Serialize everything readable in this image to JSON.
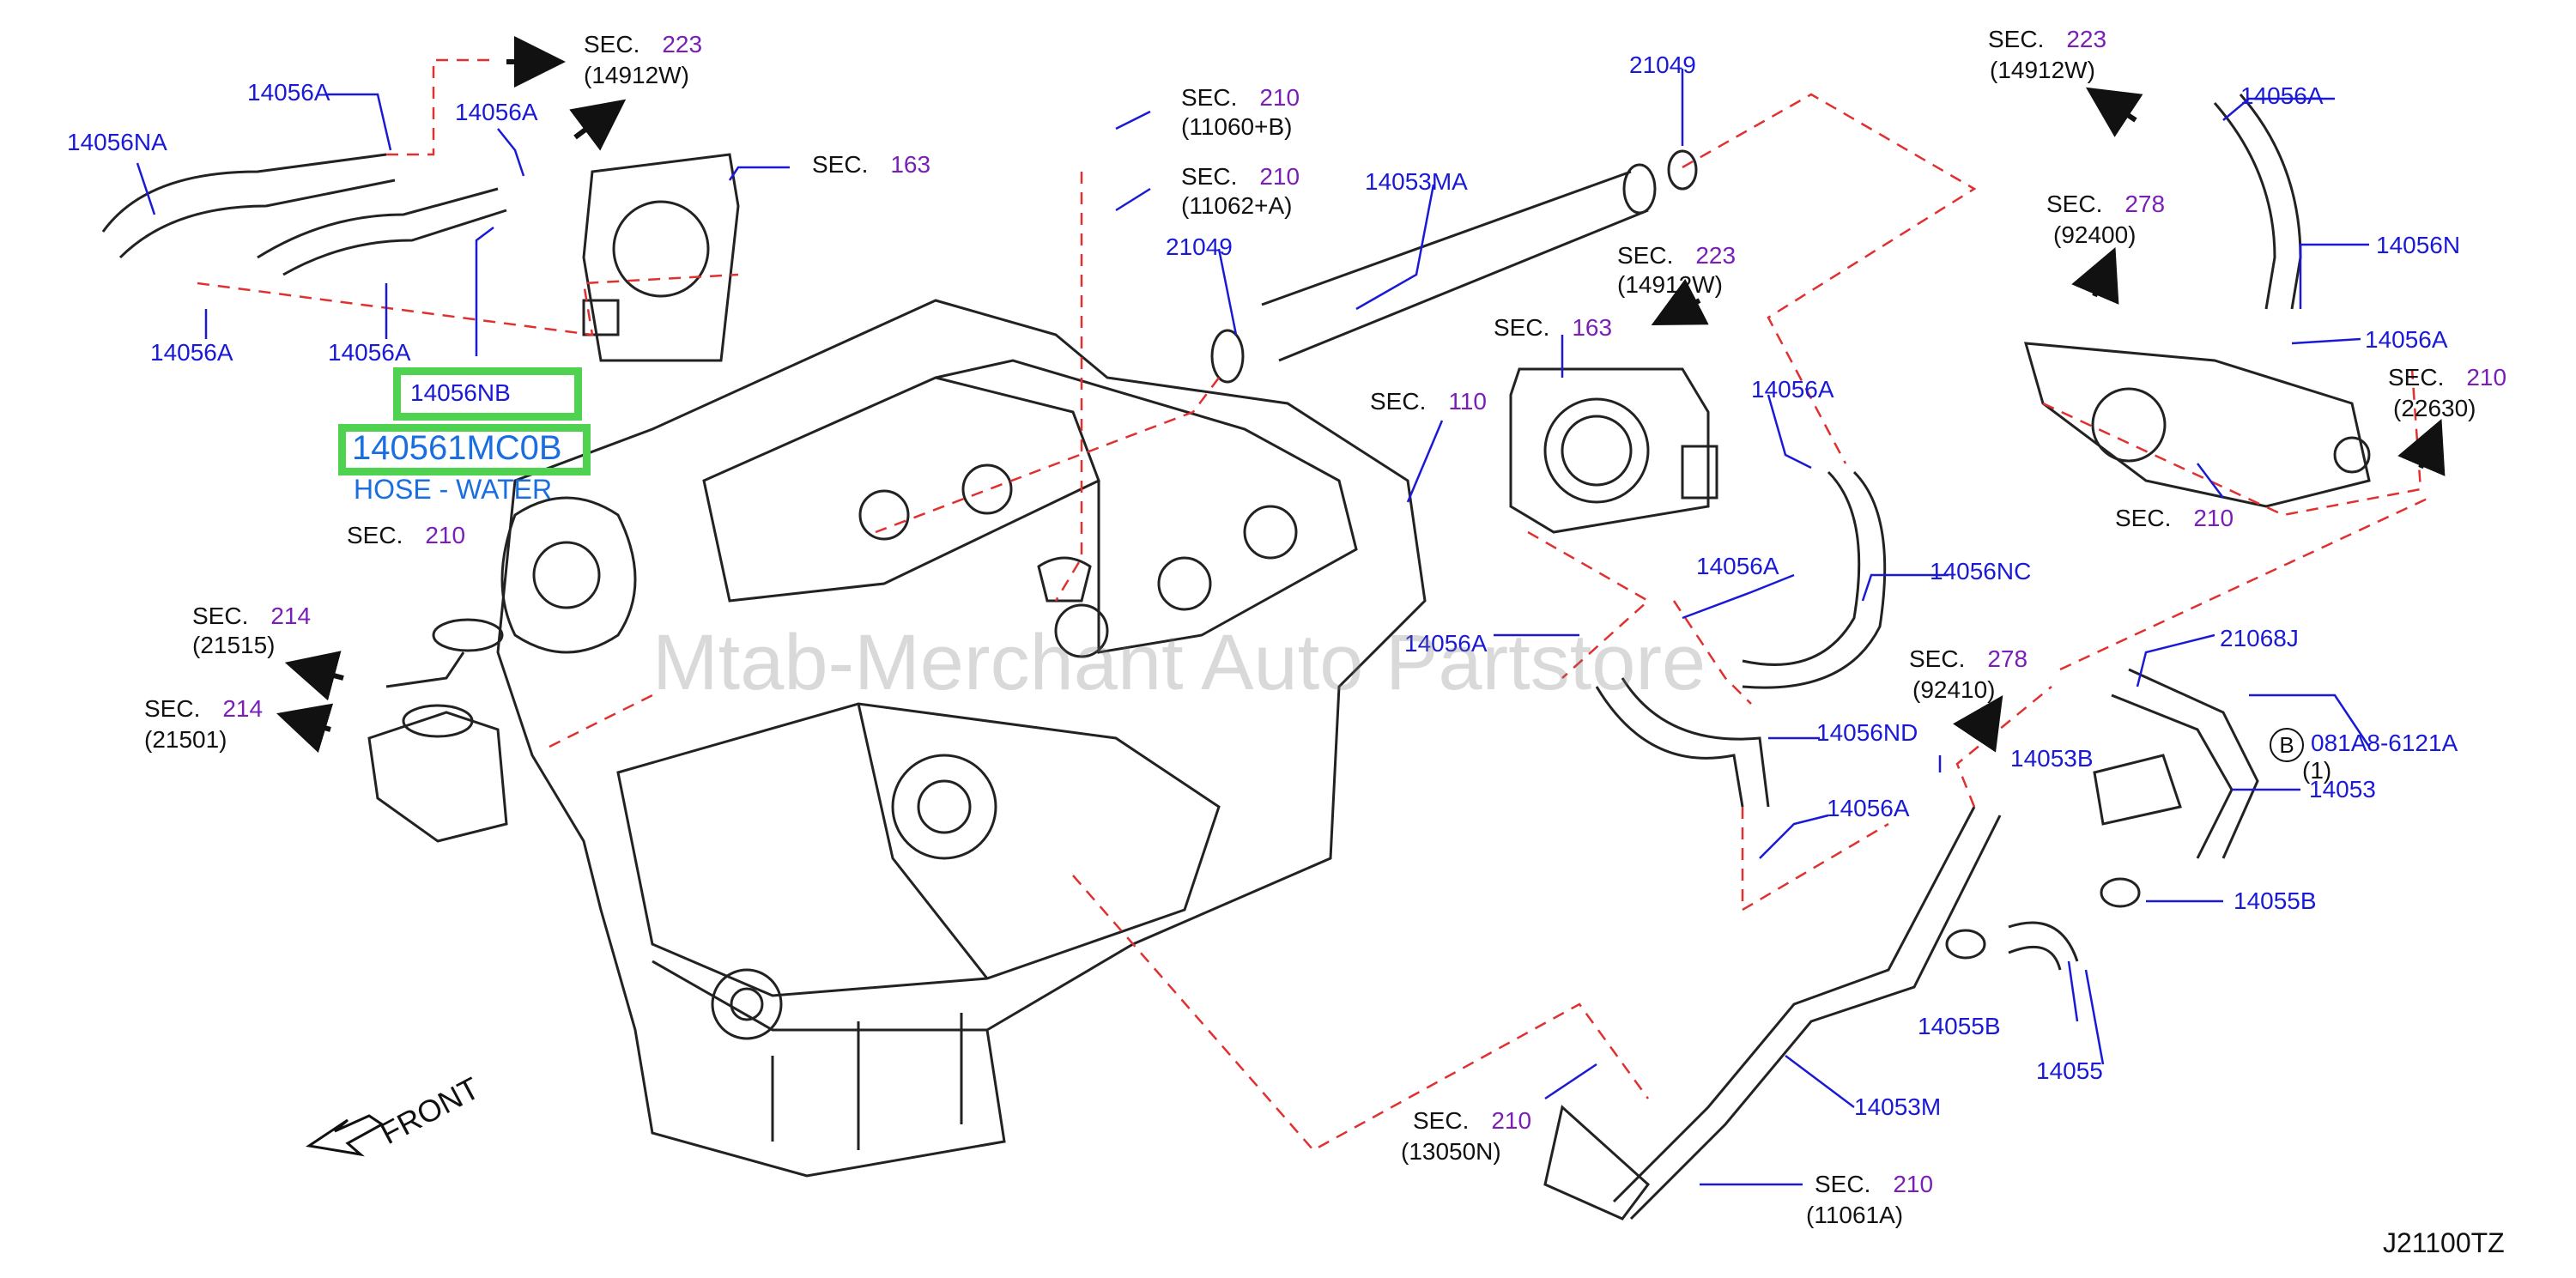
{
  "diagram_id": "J21100TZ",
  "watermark": "Mtab-Merchant Auto Partstore",
  "front_label": "FRONT",
  "highlight": {
    "part_number": "140561MC0B",
    "part_name": "HOSE - WATER",
    "box_label": "14056NB"
  },
  "part_labels": {
    "p_14056NA": "14056NA",
    "p_14056A_top1": "14056A",
    "p_14056A_top2": "14056A",
    "p_14056A_bot1": "14056A",
    "p_14056A_bot2": "14056A",
    "p_14053MA": "14053MA",
    "p_21049_top": "21049",
    "p_21049_mid": "21049",
    "p_14056A_r1": "14056A",
    "p_14056N": "14056N",
    "p_14056A_r2": "14056A",
    "p_14056A_c1": "14056A",
    "p_14056A_c2": "14056A",
    "p_14056A_c3": "14056A",
    "p_14056NC": "14056NC",
    "p_14056ND": "14056ND",
    "p_14056A_c4": "14056A",
    "p_21068J": "21068J",
    "p_081A8": "081A8-6121A",
    "p_081A8_qty": "(1)",
    "p_b_marker": "B",
    "p_14053B": "14053B",
    "p_14053": "14053",
    "p_14055B_r": "14055B",
    "p_14055B_b": "14055B",
    "p_14055": "14055",
    "p_14053M": "14053M"
  },
  "sections": {
    "s1": {
      "word": "SEC.",
      "num": "223",
      "ref": "(14912W)"
    },
    "s2": {
      "word": "SEC.",
      "num": "163"
    },
    "s3": {
      "word": "SEC.",
      "num": "210",
      "ref": "(11060+B)"
    },
    "s4": {
      "word": "SEC.",
      "num": "210",
      "ref": "(11062+A)"
    },
    "s5": {
      "word": "SEC.",
      "num": "223",
      "ref": "(14912W)"
    },
    "s6": {
      "word": "SEC.",
      "num": "163"
    },
    "s7": {
      "word": "SEC.",
      "num": "110"
    },
    "s8": {
      "word": "SEC.",
      "num": "223",
      "ref": "(14912W)"
    },
    "s9": {
      "word": "SEC.",
      "num": "278",
      "ref": "(92400)"
    },
    "s10": {
      "word": "SEC.",
      "num": "210",
      "ref": "(22630)"
    },
    "s11": {
      "word": "SEC.",
      "num": "210"
    },
    "s12": {
      "word": "SEC.",
      "num": "210"
    },
    "s13": {
      "word": "SEC.",
      "num": "214",
      "ref": "(21515)"
    },
    "s14": {
      "word": "SEC.",
      "num": "214",
      "ref": "(21501)"
    },
    "s15": {
      "word": "SEC.",
      "num": "278",
      "ref": "(92410)"
    },
    "s16": {
      "word": "SEC.",
      "num": "210",
      "ref": "(13050N)"
    },
    "s17": {
      "word": "SEC.",
      "num": "210",
      "ref": "(11061A)"
    }
  },
  "colors": {
    "leader": "#1a1ad6",
    "part_text": "#1a1ad6",
    "section_number": "#7a1fb5",
    "dash_line": "#e03030",
    "highlight_border": "#4fd24f",
    "highlight_text": "#1a6fe0",
    "drawing": "#222222"
  }
}
